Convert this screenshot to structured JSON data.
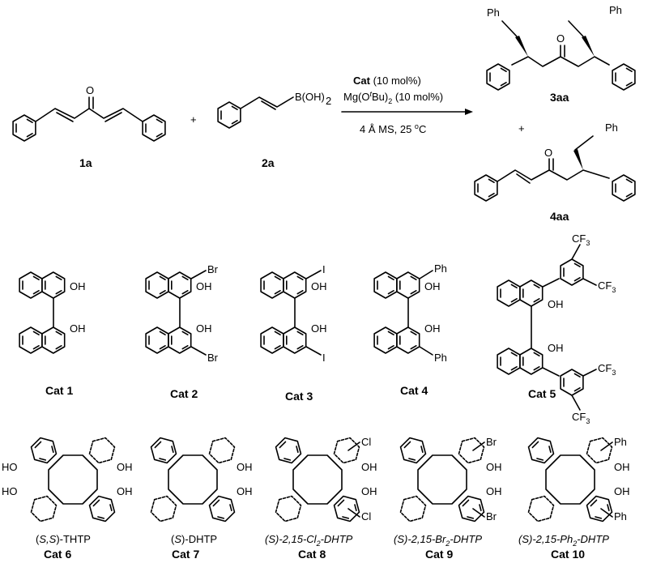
{
  "reaction": {
    "plus": "+",
    "sm1": {
      "label": "1a",
      "o_label": "O"
    },
    "sm2": {
      "label": "2a",
      "b_label": "B(OH)",
      "b_sub": "2"
    },
    "conditions": {
      "cat_bold": "Cat",
      "cat_loading": "  (10 mol%)",
      "base_a": "Mg(O",
      "base_sup": "t",
      "base_b": "Bu)",
      "base_sub": "2",
      "base_loading": " (10 mol%)",
      "sieves_a": "4 Å MS, 25 ",
      "deg_sup": "o",
      "unit_c": "C"
    },
    "prod1": {
      "label": "3aa",
      "o_label": "O",
      "ph_label": "Ph"
    },
    "prod2": {
      "label": "4aa",
      "o_label": "O",
      "ph_label": "Ph"
    }
  },
  "catalysts": {
    "oh": "OH",
    "ho": "HO",
    "br": "Br",
    "i": "I",
    "cl": "Cl",
    "ph": "Ph",
    "cf": "CF",
    "three": "3",
    "labels": [
      "Cat 1",
      "Cat 2",
      "Cat 3",
      "Cat 4",
      "Cat 5"
    ],
    "row2": [
      {
        "name_italic": "S,S",
        "name_rest": "-THTP",
        "label": "Cat 6"
      },
      {
        "name_italic": "S",
        "name_rest": "-DHTP",
        "label": "Cat 7"
      },
      {
        "name_a": "(S)-2,15-Cl",
        "sub": "2",
        "name_b": "-DHTP",
        "label": "Cat 8"
      },
      {
        "name_a": "(S)-2,15-Br",
        "sub": "2",
        "name_b": "-DHTP",
        "label": "Cat 9"
      },
      {
        "name_a": "(S)-2,15-Ph",
        "sub": "2",
        "name_b": "-DHTP",
        "label": "Cat 10"
      }
    ]
  }
}
